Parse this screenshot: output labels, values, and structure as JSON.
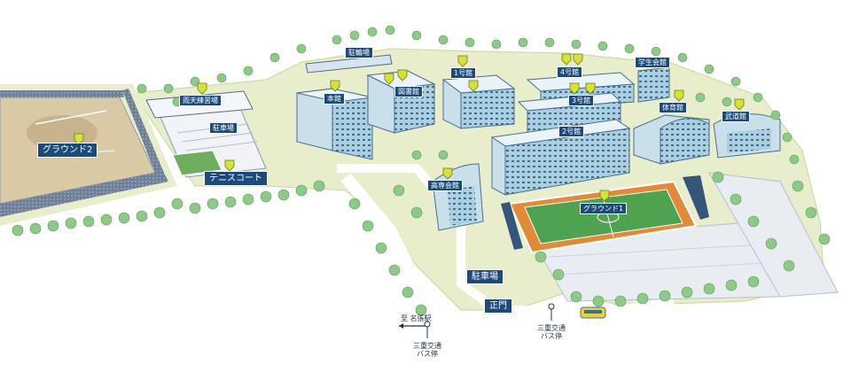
{
  "labels": {
    "ground2": "グラウンド2",
    "outdoor_gym": "雨天練習場",
    "parking_left": "駐車場",
    "tennis": "テニスコート",
    "bicycle": "駐輪場",
    "honkan": "本館",
    "library": "図書館",
    "bldg1": "1号館",
    "bldg4": "4号館",
    "student_hall": "学生会館",
    "bldg3": "3号館",
    "gym": "体育館",
    "budokan": "武道館",
    "bldg2": "2号館",
    "kosen_hall": "高専会館",
    "ground1": "グラウンド1",
    "parking_main": "駐車場",
    "main_gate": "正門",
    "to_station": "至 名張駅",
    "bus_stop_left": "三重交通\nバス停",
    "bus_stop_right": "三重交通\nバス停"
  },
  "colors": {
    "label_bg": "#1d4a78",
    "pin": "#d6e23a",
    "lawn": "#e6ecc6",
    "building": "#aacfe0",
    "track": "#e3893a",
    "field": "#4fa24f",
    "tree": "#8fc98a"
  }
}
